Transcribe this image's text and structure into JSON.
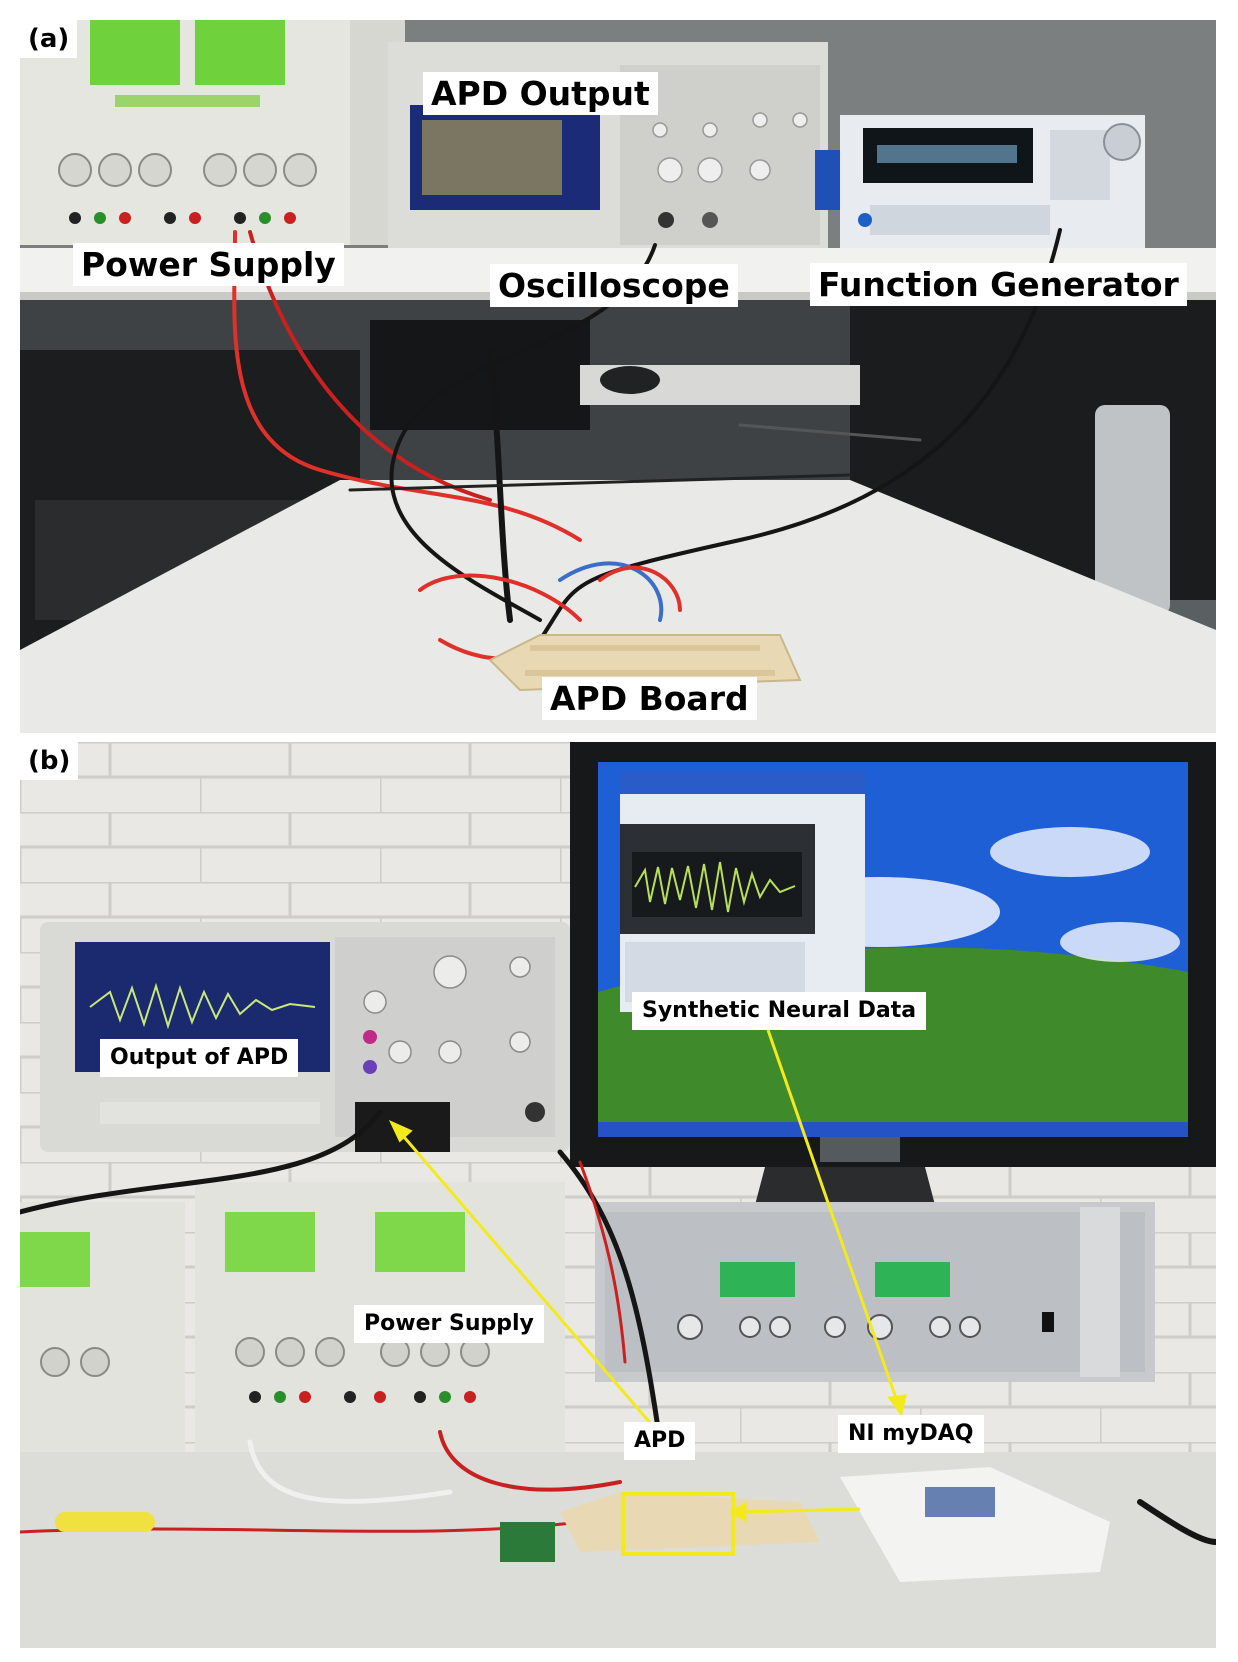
{
  "figure": {
    "panel_a": {
      "tag": "(a)",
      "labels": {
        "apd_output": "APD Output",
        "power_supply": "Power Supply",
        "oscilloscope": "Oscilloscope",
        "function_generator": "Function Generator",
        "apd_board": "APD Board"
      }
    },
    "panel_b": {
      "tag": "(b)",
      "labels": {
        "synthetic_neural_data": "Synthetic Neural Data",
        "output_of_apd": "Output of APD",
        "power_supply": "Power Supply",
        "apd": "APD",
        "ni_mydaq": "NI myDAQ"
      }
    },
    "colors": {
      "annotation_arrow": "#f2ea1c",
      "label_background": "#ffffff",
      "scope_screen": "#1b2a6e",
      "lcd_green": "#8fe04a",
      "desktop_sky": "#1f5fd6",
      "desktop_grass": "#3f8a2a",
      "wire_red": "#e0302a"
    }
  }
}
